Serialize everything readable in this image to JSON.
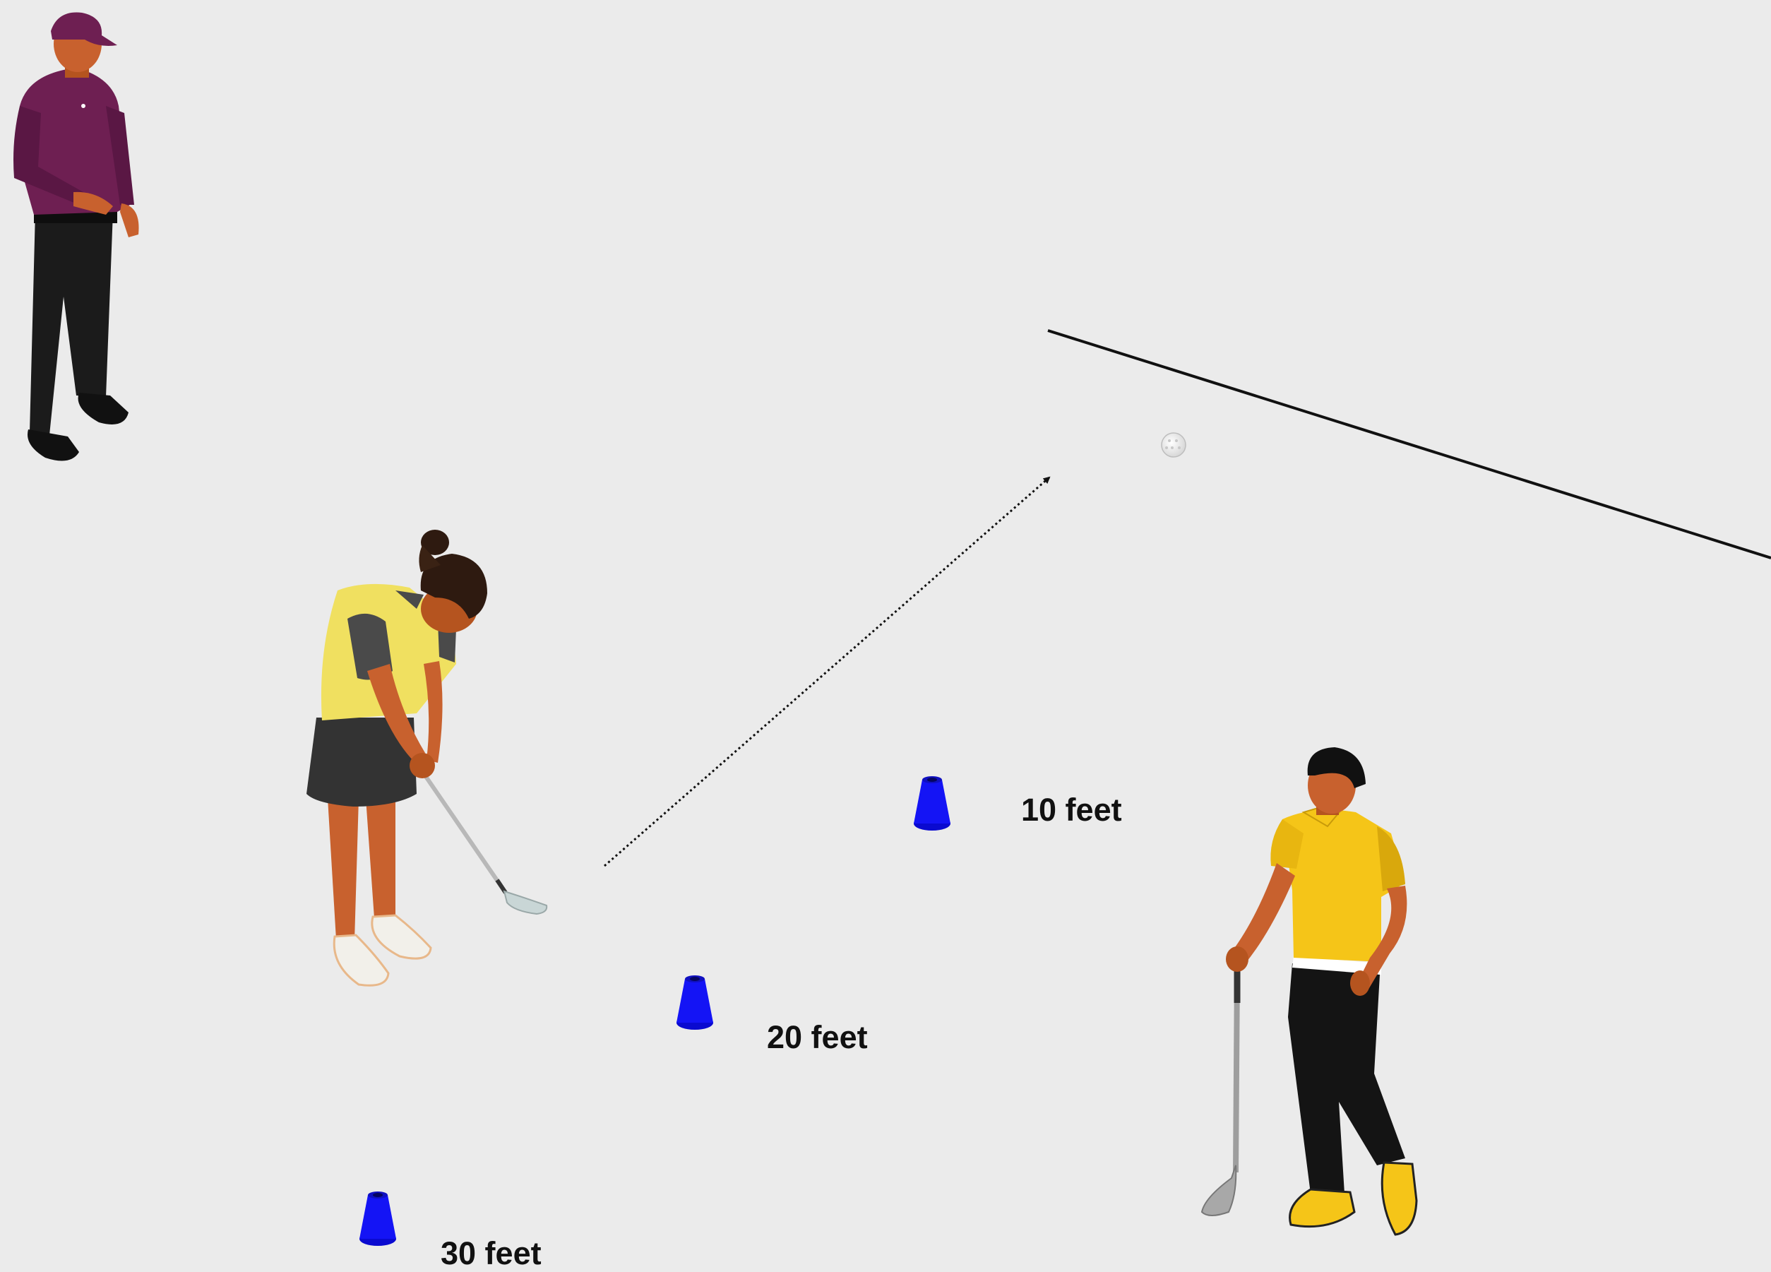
{
  "labels": {
    "cone_10": "10 feet",
    "cone_20": "20 feet",
    "cone_30": "30 feet"
  },
  "colors": {
    "background": "#ebebeb",
    "cone": "#1010f0",
    "coach_shirt": "#6e1f52",
    "golfer_shirt": "#f0e060",
    "watcher_shirt": "#f5c518",
    "skin": "#c8612e",
    "line": "#111111"
  },
  "icons": {
    "coach": "coach-figure-icon",
    "golfer": "putting-golfer-icon",
    "watcher": "waiting-golfer-icon",
    "cone": "cone-icon",
    "ball": "golf-ball-icon"
  }
}
